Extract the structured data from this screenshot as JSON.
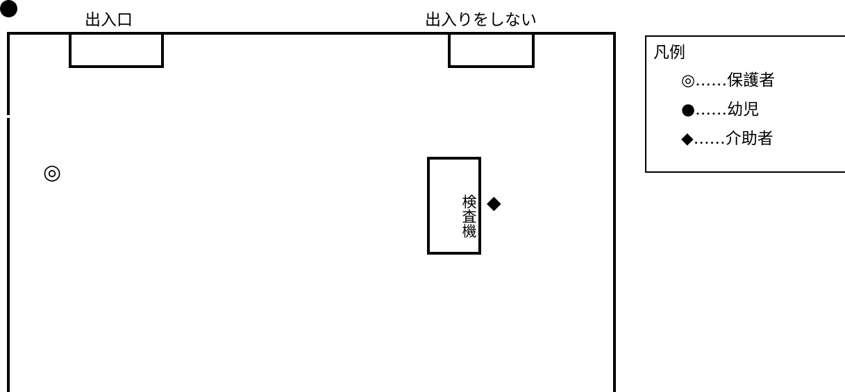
{
  "labels": {
    "entrance": "出入口",
    "no_entry": "出入りをしない"
  },
  "machine": {
    "label": "検査機"
  },
  "markers": {
    "guardian": "◎",
    "assistant": "◆"
  },
  "legend": {
    "title": "凡例",
    "items": [
      {
        "text": "◎……保護者"
      },
      {
        "text": "●……幼児"
      },
      {
        "text": "◆……介助者"
      }
    ]
  }
}
